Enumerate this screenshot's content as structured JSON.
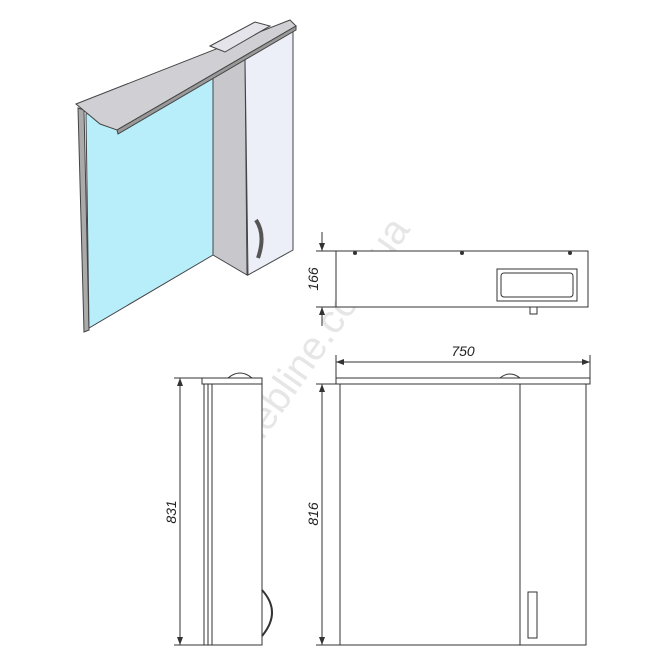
{
  "watermark": "Mebline.com.ua",
  "dimensions": {
    "width": "750",
    "depth": "166",
    "height_side": "831",
    "height_front": "816"
  },
  "colors": {
    "mirror": "#b8eefa",
    "panel_grey": "#c8c8cc",
    "door": "#eceef8",
    "line": "#333333"
  }
}
